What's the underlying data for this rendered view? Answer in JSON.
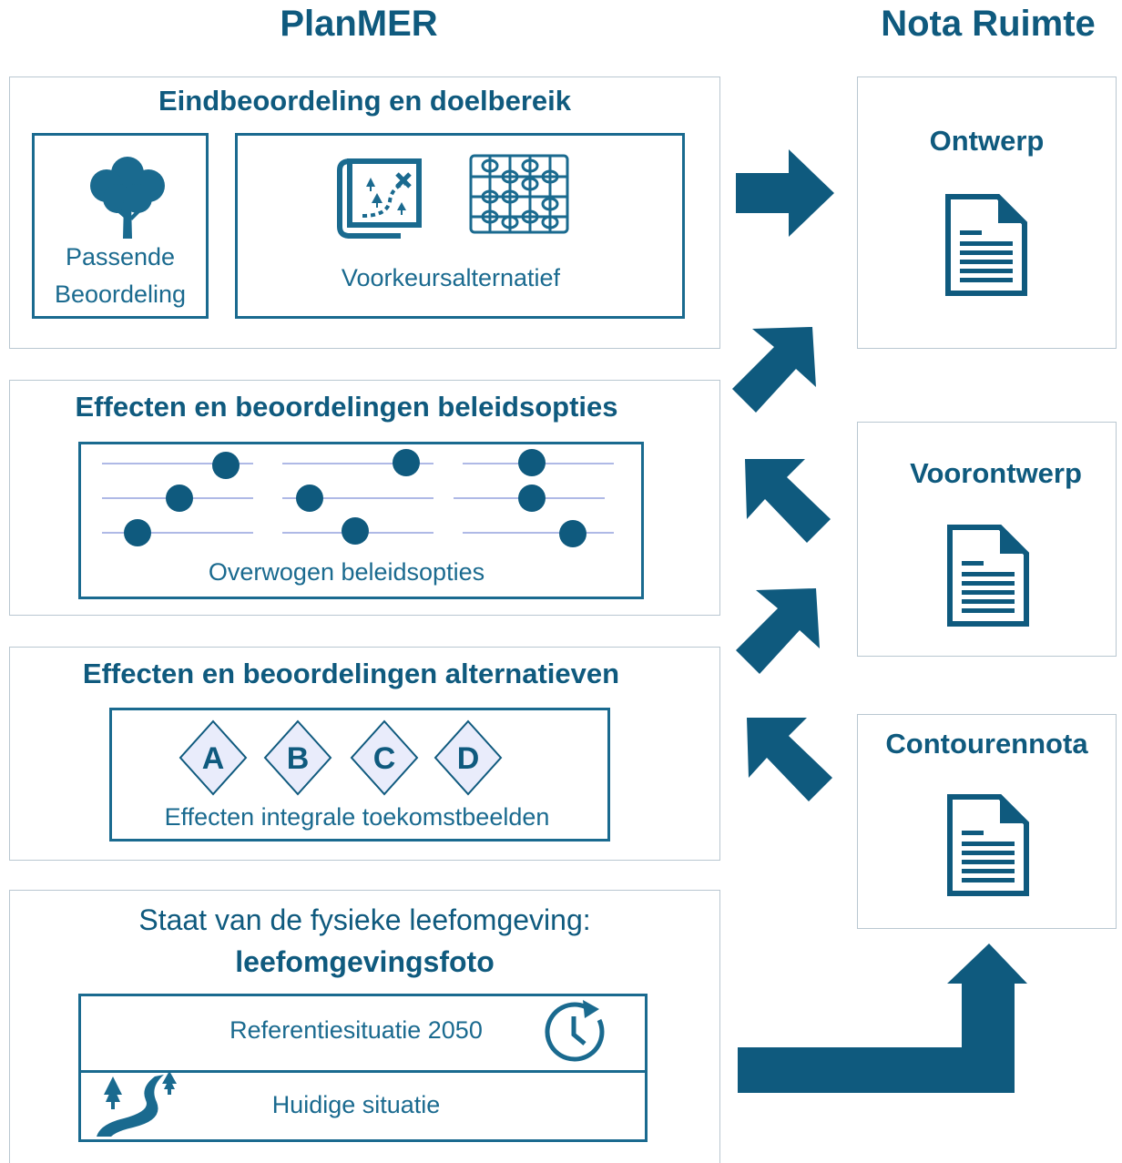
{
  "columns": {
    "left": "PlanMER",
    "right": "Nota Ruimte"
  },
  "planmer": {
    "eindbeoordeling": {
      "title": "Eindbeoordeling en doelbereik",
      "passende_line1": "Passende",
      "passende_line2": "Beoordeling",
      "voorkeur": "Voorkeursalternatief"
    },
    "beleidsopties": {
      "title": "Effecten en beoordelingen beleidsopties",
      "label": "Overwogen beleidsopties"
    },
    "alternatieven": {
      "title": "Effecten en beoordelingen alternatieven",
      "letters": [
        "A",
        "B",
        "C",
        "D"
      ],
      "label": "Effecten integrale toekomstbeelden"
    },
    "staat": {
      "title_line1": "Staat van de fysieke leefomgeving:",
      "title_line2": "leefomgevingsfoto",
      "referentie": "Referentiesituatie 2050",
      "huidige": "Huidige situatie"
    }
  },
  "nota": {
    "ontwerp": "Ontwerp",
    "voorontwerp": "Voorontwerp",
    "contourennota": "Contourennota"
  },
  "colors": {
    "accent": "#0f5a7e",
    "border": "#b9c7d1",
    "line": "#1a6a8f"
  },
  "icons": [
    "tree-icon",
    "map-icon",
    "abacus-icon",
    "document-icon",
    "clock-icon",
    "road-icon",
    "arrow-icon"
  ]
}
